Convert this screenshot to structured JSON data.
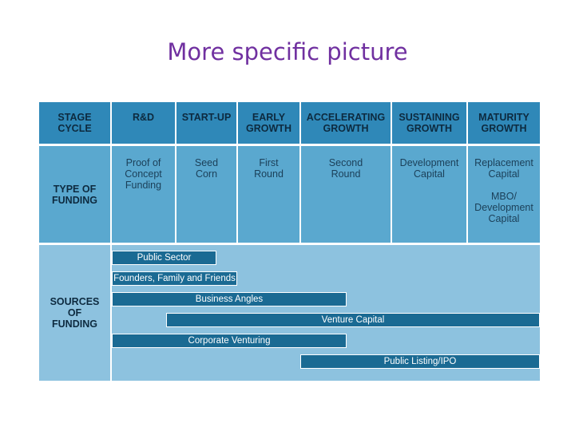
{
  "title": "More specific picture",
  "header": {
    "stage_cycle": [
      "STAGE",
      "CYCLE"
    ],
    "stages": [
      [
        "R&D"
      ],
      [
        "START-UP"
      ],
      [
        "EARLY",
        "GROWTH"
      ],
      [
        "ACCELERATING",
        "GROWTH"
      ],
      [
        "SUSTAINING",
        "GROWTH"
      ],
      [
        "MATURITY",
        "GROWTH"
      ]
    ]
  },
  "funding_row": {
    "label": [
      "TYPE OF",
      "FUNDING"
    ],
    "types": [
      [
        "Proof of",
        "Concept",
        "Funding"
      ],
      [
        "Seed",
        "Corn"
      ],
      [
        "First",
        "Round"
      ],
      [
        "Second",
        "Round"
      ],
      [
        "Development",
        "Capital"
      ],
      [
        "Replacement",
        "Capital",
        "",
        "MBO/",
        "Development",
        "Capital"
      ]
    ]
  },
  "sources_row": {
    "label": [
      "SOURCES",
      "OF",
      "FUNDING"
    ],
    "bars": [
      "Public Sector",
      "Founders, Family and Friends",
      "Business Angles",
      "Venture Capital",
      "Corporate Venturing",
      "Public Listing/IPO"
    ]
  },
  "colors": {
    "title": "#7030a0",
    "header_bg": "#2f88b8",
    "funding_bg": "#5aa8cf",
    "sources_bg": "#8dc2df",
    "bar_bg": "#1a6a93"
  }
}
